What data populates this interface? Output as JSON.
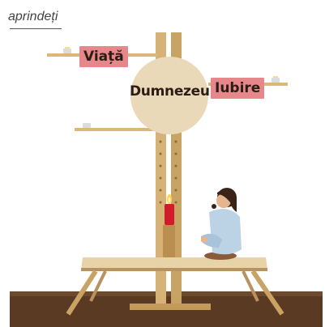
{
  "labels": {
    "hint": "aprindeți",
    "life": "Viață",
    "center": "Dumnezeu",
    "love": "Iubire"
  },
  "colors": {
    "tag_background": "#e6878b",
    "disc": "#ead9b8",
    "wood": "#d9b87a",
    "floor": "#5a3a22",
    "candle": "#d11b2a"
  },
  "icons": {
    "candle": "candle-icon",
    "child": "child-figure",
    "lamp": "tea-light-icon"
  }
}
